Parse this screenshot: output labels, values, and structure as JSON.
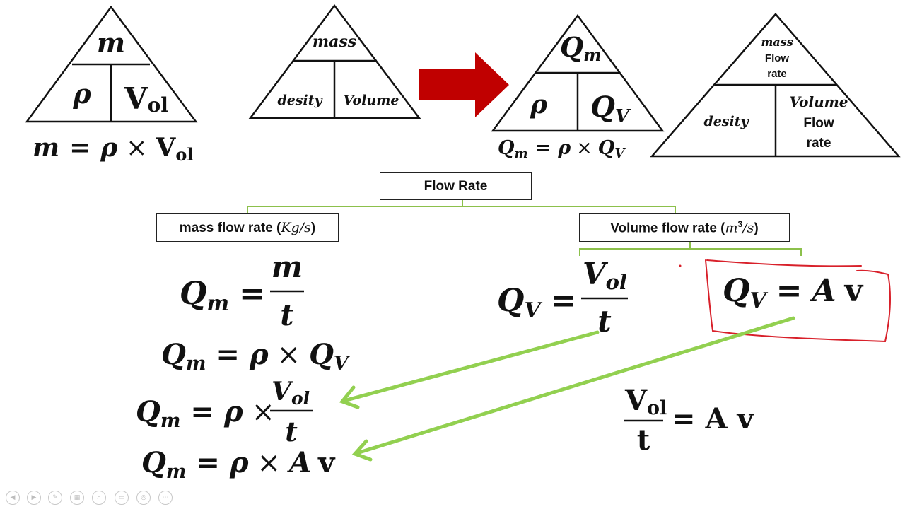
{
  "triangles": {
    "t1": {
      "top": "m",
      "left": "ρ",
      "right_main": "V",
      "right_sub": "ol"
    },
    "t2": {
      "top": "mass",
      "left": "desity",
      "right": "Volume"
    },
    "t3": {
      "top_main": "Q",
      "top_sub": "m",
      "left": "ρ",
      "right_main": "Q",
      "right_sub": "V"
    },
    "t4": {
      "top_line1": "mass",
      "top_line2": "Flow",
      "top_line3": "rate",
      "left": "desity",
      "right_line1": "Volume",
      "right_line2": "Flow",
      "right_line3": "rate"
    }
  },
  "formulas": {
    "f1": {
      "lhs": "m",
      "eq": "=",
      "rho": "ρ",
      "times": "×",
      "v": "V",
      "v_sub": "ol"
    },
    "f3": {
      "q": "Q",
      "q_sub": "m",
      "eq": "=",
      "rho": "ρ",
      "times": "×",
      "q2": "Q",
      "q2_sub": "V"
    },
    "qm_frac": {
      "q": "Q",
      "q_sub": "m",
      "eq": "=",
      "num": "m",
      "den": "t"
    },
    "qm_rho_qv": {
      "q": "Q",
      "q_sub": "m",
      "eq": "=",
      "rho": "ρ",
      "times": "×",
      "q2": "Q",
      "q2_sub": "V"
    },
    "qm_rho_frac": {
      "q": "Q",
      "q_sub": "m",
      "eq": "=",
      "rho": "ρ",
      "times": "×",
      "num": "V",
      "num_sub": "ol",
      "den": "t"
    },
    "qm_rho_av": {
      "q": "Q",
      "q_sub": "m",
      "eq": "=",
      "rho": "ρ",
      "times": "×",
      "a": "A",
      "v": "v"
    },
    "qv_frac": {
      "q": "Q",
      "q_sub": "V",
      "eq": "=",
      "num": "V",
      "num_sub": "ol",
      "den": "t"
    },
    "qv_av": {
      "q": "Q",
      "q_sub": "V",
      "eq": "=",
      "a": "A",
      "v": "v"
    },
    "vol_av": {
      "num": "V",
      "num_sub": "ol",
      "den": "t",
      "eq": "=",
      "rhs": "A v"
    }
  },
  "tree": {
    "root": "Flow Rate",
    "left": {
      "text": "mass flow rate (",
      "unit": "Kg/s",
      "close": ")"
    },
    "right": {
      "text": "Volume flow rate (",
      "unit": "m",
      "sup": "3",
      "unit2": "/s",
      "close": ")"
    }
  },
  "colors": {
    "arrow_red": "#c00000",
    "tree_green": "#8cc04b",
    "arrow_green": "#92d050",
    "annotation_red": "#d8202a",
    "stroke": "#111111",
    "control_gray": "#c8c8c8"
  },
  "controls": [
    {
      "icon": "prev-slide-icon",
      "glyph": "◀"
    },
    {
      "icon": "next-slide-icon",
      "glyph": "▶"
    },
    {
      "icon": "pen-icon",
      "glyph": "✎"
    },
    {
      "icon": "slides-grid-icon",
      "glyph": "▦"
    },
    {
      "icon": "zoom-icon",
      "glyph": "⌕"
    },
    {
      "icon": "subtitles-icon",
      "glyph": "▭"
    },
    {
      "icon": "laser-icon",
      "glyph": "◎"
    },
    {
      "icon": "more-options-icon",
      "glyph": "⋯"
    }
  ]
}
